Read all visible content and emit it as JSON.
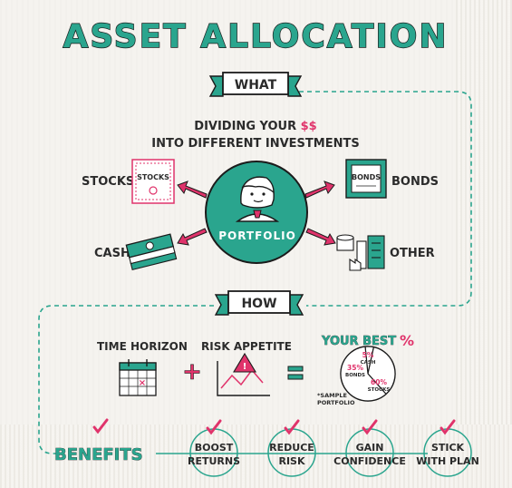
{
  "title": "ASSET ALLOCATION",
  "what": {
    "label": "WHAT",
    "line1_pre": "DIVIDING YOUR ",
    "line1_money": "$$",
    "line2": "INTO DIFFERENT INVESTMENTS"
  },
  "center": {
    "label": "PORTFOLIO"
  },
  "assets": {
    "stocks": "STOCKS",
    "stocks_icon_text": "STOCKS",
    "bonds": "BONDS",
    "bonds_icon_text": "BONDS",
    "cash": "CASH",
    "other": "OTHER"
  },
  "how": {
    "label": "HOW",
    "time_horizon": "TIME HORIZON",
    "risk_appetite": "RISK APPETITE",
    "your_best": "YOUR BEST",
    "percent_sign": "%",
    "sample_note_1": "*SAMPLE",
    "sample_note_2": "PORTFOLIO"
  },
  "chart_data": {
    "type": "pie",
    "slices": [
      {
        "pct": "5%",
        "label": "CASH",
        "value": 5
      },
      {
        "pct": "35%",
        "label": "BONDS",
        "value": 35
      },
      {
        "pct": "60%",
        "label": "STOCKS",
        "value": 60
      }
    ]
  },
  "benefits": {
    "label": "BENEFITS",
    "items": [
      {
        "line1": "BOOST",
        "line2": "RETURNS"
      },
      {
        "line1": "REDUCE",
        "line2": "RISK"
      },
      {
        "line1": "GAIN",
        "line2": "CONFIDENCE"
      },
      {
        "line1": "STICK",
        "line2": "WITH PLAN"
      }
    ]
  },
  "colors": {
    "teal": "#2aa58e",
    "pink": "#e0336b",
    "ink": "#2b2b2b"
  }
}
